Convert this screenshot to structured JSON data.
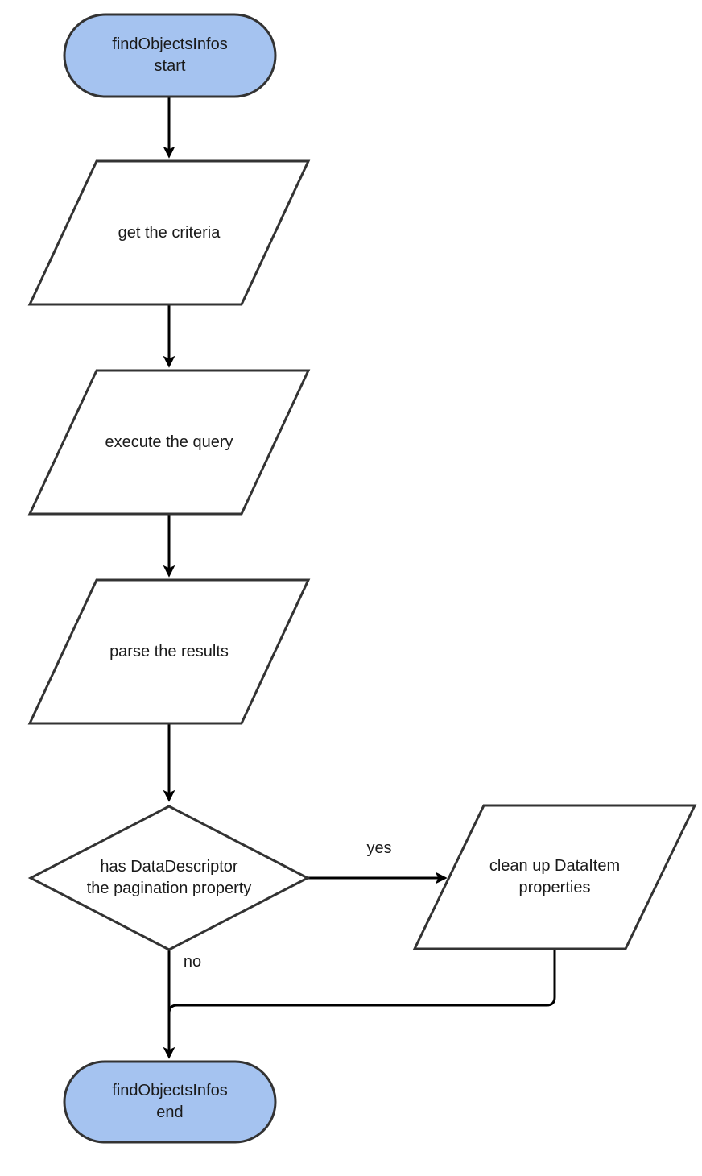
{
  "diagram": {
    "type": "flowchart",
    "colors": {
      "terminal_fill": "#a5c3f0",
      "process_fill": "#ffffff",
      "node_border": "#333333",
      "edge_color": "#000000",
      "text_color": "#1a1a1a",
      "background": "#ffffff"
    },
    "nodes": {
      "start": {
        "shape": "stadium",
        "label": "findObjectsInfos\nstart"
      },
      "get_criteria": {
        "shape": "parallelogram",
        "label": "get the criteria"
      },
      "execute_query": {
        "shape": "parallelogram",
        "label": "execute the query"
      },
      "parse_results": {
        "shape": "parallelogram",
        "label": "parse the results"
      },
      "pagination_decision": {
        "shape": "diamond",
        "label": "has DataDescriptor\nthe pagination property"
      },
      "cleanup": {
        "shape": "parallelogram",
        "label": "clean up DataItem\nproperties"
      },
      "end": {
        "shape": "stadium",
        "label": "findObjectsInfos\nend"
      }
    },
    "edge_labels": {
      "yes": "yes",
      "no": "no"
    }
  }
}
